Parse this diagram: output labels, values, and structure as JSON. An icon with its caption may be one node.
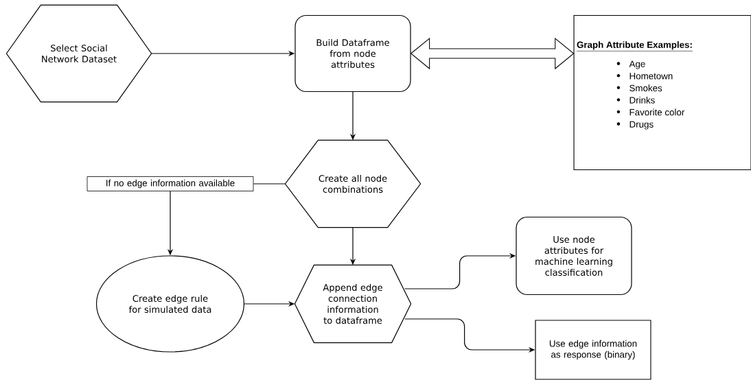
{
  "diagram": {
    "nodes": [
      {
        "text": [
          "Select Social Network Dataset"
        ]
      },
      {
        "text": [
          "Build Dataframe from node attributes"
        ]
      },
      {
        "text": [
          "Graph Attribute Examples:",
          "Age",
          "Hometown",
          "Smokes",
          "Drinks",
          "Favorite color",
          "Drugs"
        ]
      },
      {
        "text": [
          "Create all node combinations"
        ]
      },
      {
        "text": [
          "If no edge information available"
        ]
      },
      {
        "text": [
          "Create edge rule for simulated data"
        ]
      },
      {
        "text": [
          "Append edge connection information to dataframe"
        ]
      },
      {
        "text": [
          "Use node attributes for machine learning classification"
        ]
      },
      {
        "text": [
          "Use edge information as response (binary)"
        ]
      }
    ],
    "edges": [
      {
        "from": 0,
        "to": 1,
        "arrow": "to"
      },
      {
        "from": 1,
        "to": 2,
        "arrow": "both",
        "style": "thick"
      },
      {
        "from": 1,
        "to": 3,
        "arrow": "to"
      },
      {
        "from": 3,
        "to": 4,
        "arrow": "none"
      },
      {
        "from": 4,
        "to": 5,
        "arrow": "to"
      },
      {
        "from": 3,
        "to": 6,
        "arrow": "to"
      },
      {
        "from": 5,
        "to": 6,
        "arrow": "to"
      },
      {
        "from": 6,
        "to": 7,
        "arrow": "to"
      },
      {
        "from": 6,
        "to": 8,
        "arrow": "to"
      }
    ]
  }
}
